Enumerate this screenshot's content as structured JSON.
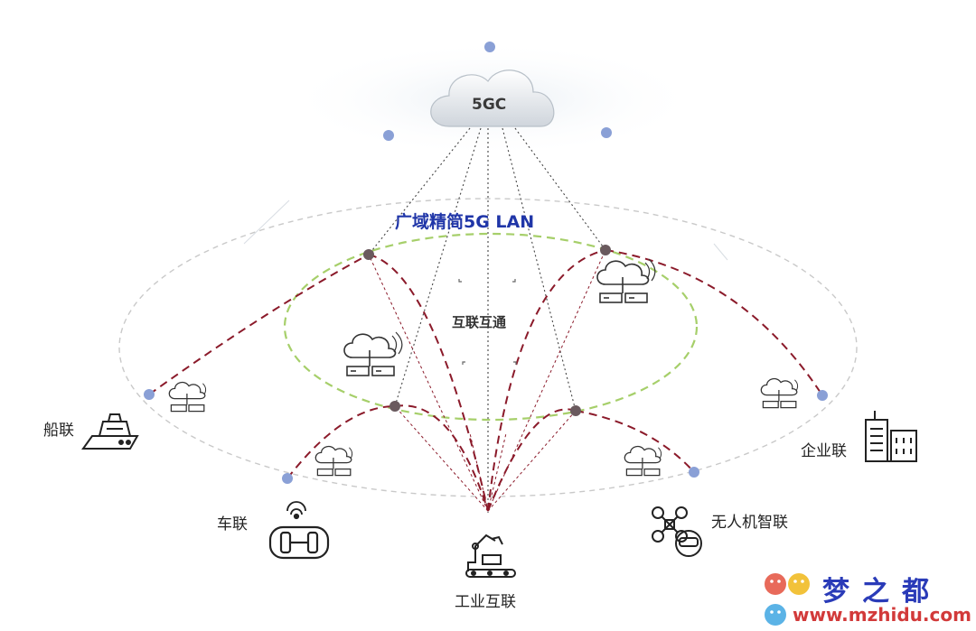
{
  "core": {
    "label": "5GC"
  },
  "title": "广域精简5G LAN",
  "center_label": "互联互通",
  "scenarios": {
    "ship": "船联",
    "car": "车联",
    "industry": "工业互联",
    "drone": "无人机智联",
    "enterprise": "企业联"
  },
  "watermark": {
    "name": "梦之都",
    "url": "www.mzhidu.com"
  },
  "colors": {
    "title": "#2036a8",
    "arc": "#8b1a2a",
    "inner_ellipse": "#9ccc65",
    "node": "#8aa0d6"
  }
}
